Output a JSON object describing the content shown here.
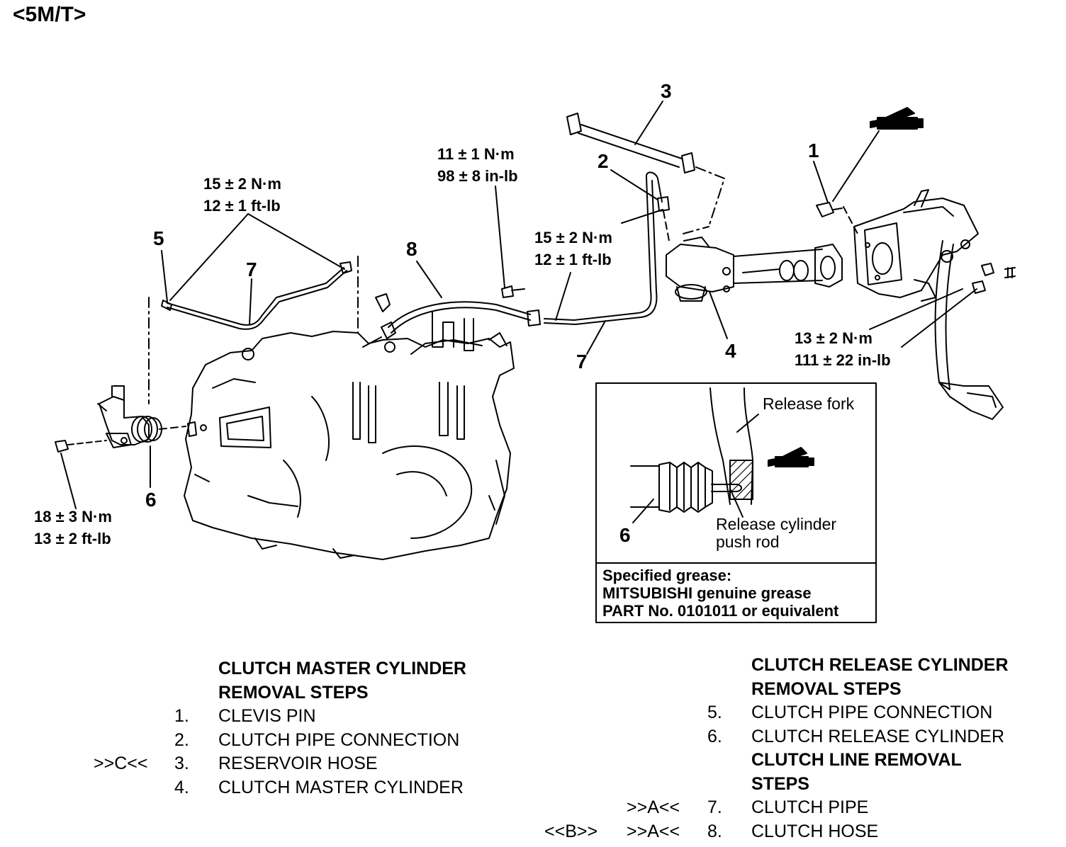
{
  "title": "<5M/T>",
  "callouts": {
    "n1": "1",
    "n2": "2",
    "n3": "3",
    "n4": "4",
    "n5": "5",
    "n6": "6",
    "n7a": "7",
    "n7b": "7",
    "n8": "8",
    "inset6": "6"
  },
  "torque": {
    "t1": [
      "11 ± 1 N·m",
      "98 ± 8 in-lb"
    ],
    "t2": [
      "15 ± 2 N·m",
      "12 ± 1 ft-lb"
    ],
    "t3": [
      "15 ± 2 N·m",
      "12 ± 1 ft-lb"
    ],
    "t4": [
      "13 ± 2 N·m",
      "111 ± 22 in-lb"
    ],
    "t5": [
      "18 ± 3 N·m",
      "13 ± 2 ft-lb"
    ]
  },
  "inset": {
    "release_fork": "Release fork",
    "push_rod": [
      "Release cylinder",
      "push rod"
    ],
    "grease": [
      "Specified grease:",
      "MITSUBISHI genuine grease",
      "PART No. 0101011 or equivalent"
    ]
  },
  "master_steps": {
    "heading": [
      "CLUTCH MASTER CYLINDER",
      "REMOVAL STEPS"
    ],
    "items": [
      {
        "ref": "",
        "num": "1.",
        "label": "CLEVIS PIN"
      },
      {
        "ref": "",
        "num": "2.",
        "label": "CLUTCH PIPE CONNECTION"
      },
      {
        "ref": ">>C<<",
        "num": "3.",
        "label": "RESERVOIR HOSE"
      },
      {
        "ref": "",
        "num": "4.",
        "label": "CLUTCH MASTER CYLINDER"
      }
    ]
  },
  "release_steps": {
    "heading": [
      "CLUTCH RELEASE CYLINDER",
      "REMOVAL STEPS"
    ],
    "items": [
      {
        "ref1": "",
        "ref2": "",
        "num": "5.",
        "label": "CLUTCH PIPE CONNECTION"
      },
      {
        "ref1": "",
        "ref2": "",
        "num": "6.",
        "label": "CLUTCH RELEASE CYLINDER"
      }
    ]
  },
  "line_steps": {
    "heading": [
      "CLUTCH LINE REMOVAL",
      "STEPS"
    ],
    "items": [
      {
        "ref1": "",
        "ref2": ">>A<<",
        "num": "7.",
        "label": "CLUTCH PIPE"
      },
      {
        "ref1": "<<B>>",
        "ref2": ">>A<<",
        "num": "8.",
        "label": "CLUTCH HOSE"
      }
    ]
  },
  "icons": [
    "grease-gun-icon",
    "grease-gun-icon"
  ]
}
